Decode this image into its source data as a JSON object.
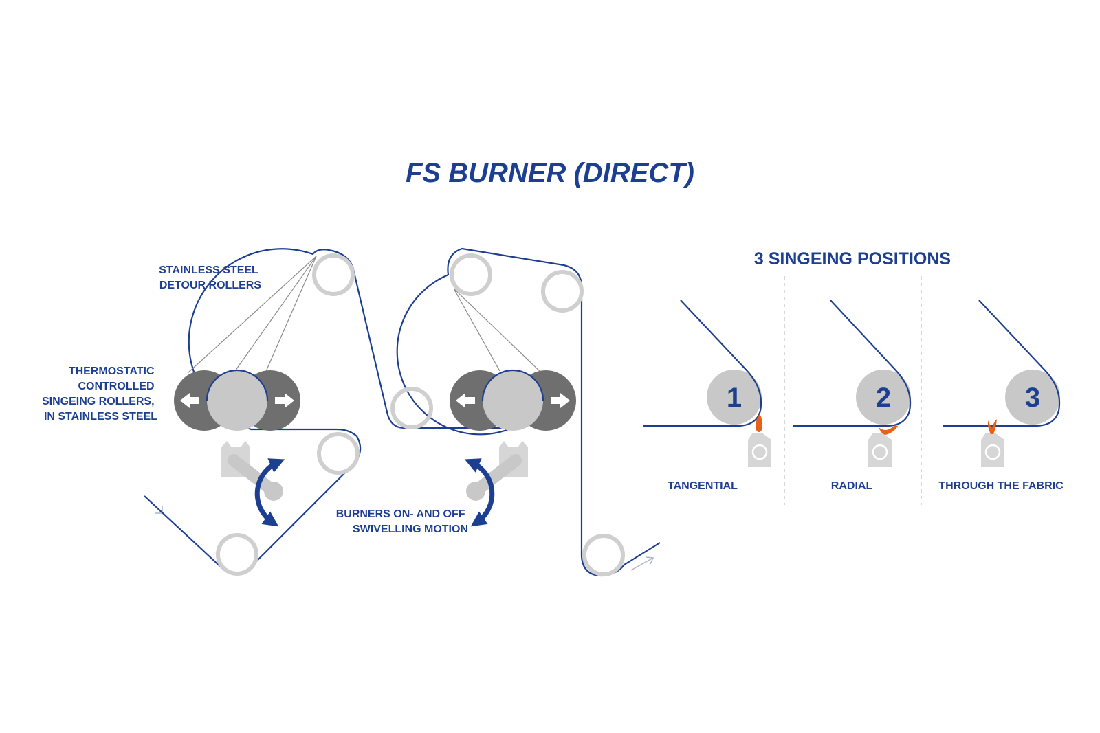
{
  "title": "FS BURNER (DIRECT)",
  "labels": {
    "detour_rollers": [
      "STAINLESS STEEL",
      "DETOUR ROLLERS"
    ],
    "singeing_rollers": [
      "THERMOSTATIC",
      "CONTROLLED",
      "SINGEING ROLLERS,",
      "IN STAINLESS STEEL"
    ],
    "burners_motion": [
      "BURNERS ON- AND OFF",
      "SWIVELLING MOTION"
    ]
  },
  "positions": {
    "heading": "3 SINGEING POSITIONS",
    "items": [
      {
        "number": "1",
        "label": "TANGENTIAL"
      },
      {
        "number": "2",
        "label": "RADIAL"
      },
      {
        "number": "3",
        "label": "THROUGH THE FABRIC"
      }
    ]
  },
  "colors": {
    "brand_blue": "#1d3f91",
    "roller_dark": "#6f6f6f",
    "roller_light": "#c8c8c8",
    "flame": "#e8611a"
  },
  "icons": [
    "detour-roller-icon",
    "singeing-roller-icon",
    "burner-icon",
    "swivel-arrow-icon",
    "flame-icon",
    "arrow-left-icon",
    "arrow-right-icon"
  ]
}
